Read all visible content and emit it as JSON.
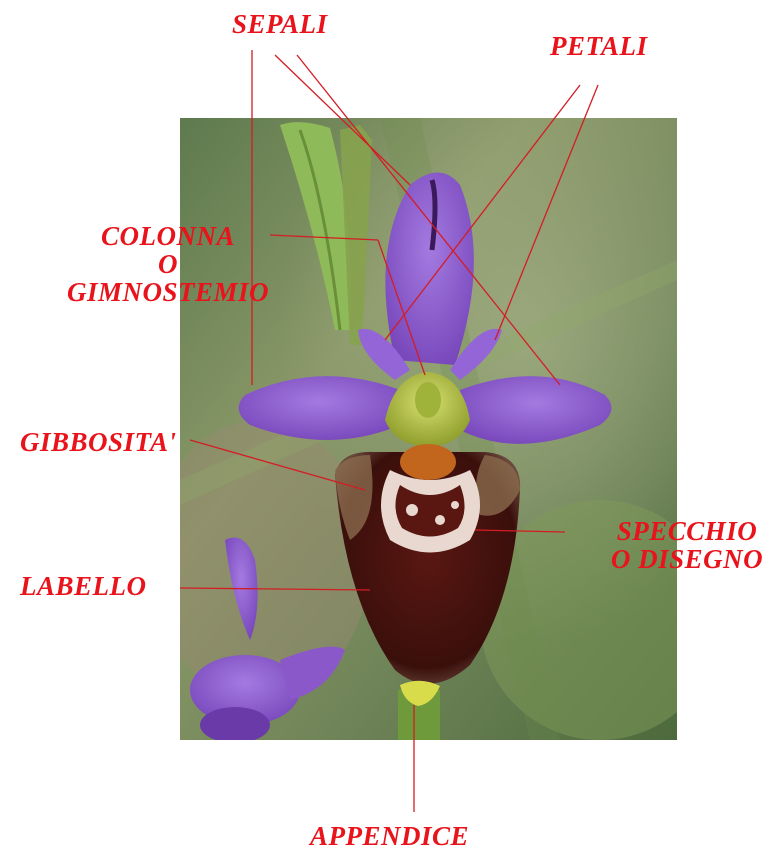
{
  "labels": {
    "sepali": "SEPALI",
    "petali": "PETALI",
    "colonna": [
      "COLONNA",
      "O",
      "GIMNOSTEMIO"
    ],
    "gibbosita": "GIBBOSITA'",
    "specchio": [
      "SPECCHIO",
      "O DISEGNO"
    ],
    "labello": "LABELLO",
    "appendice": "APPENDICE"
  },
  "colors": {
    "label": "#e8131b",
    "leader": "#d41c24",
    "background": "#ffffff",
    "petal": "#8a57c9",
    "lip": "#4a1310",
    "stem": "#7da84a"
  },
  "photo_subject": "orchid-flower"
}
